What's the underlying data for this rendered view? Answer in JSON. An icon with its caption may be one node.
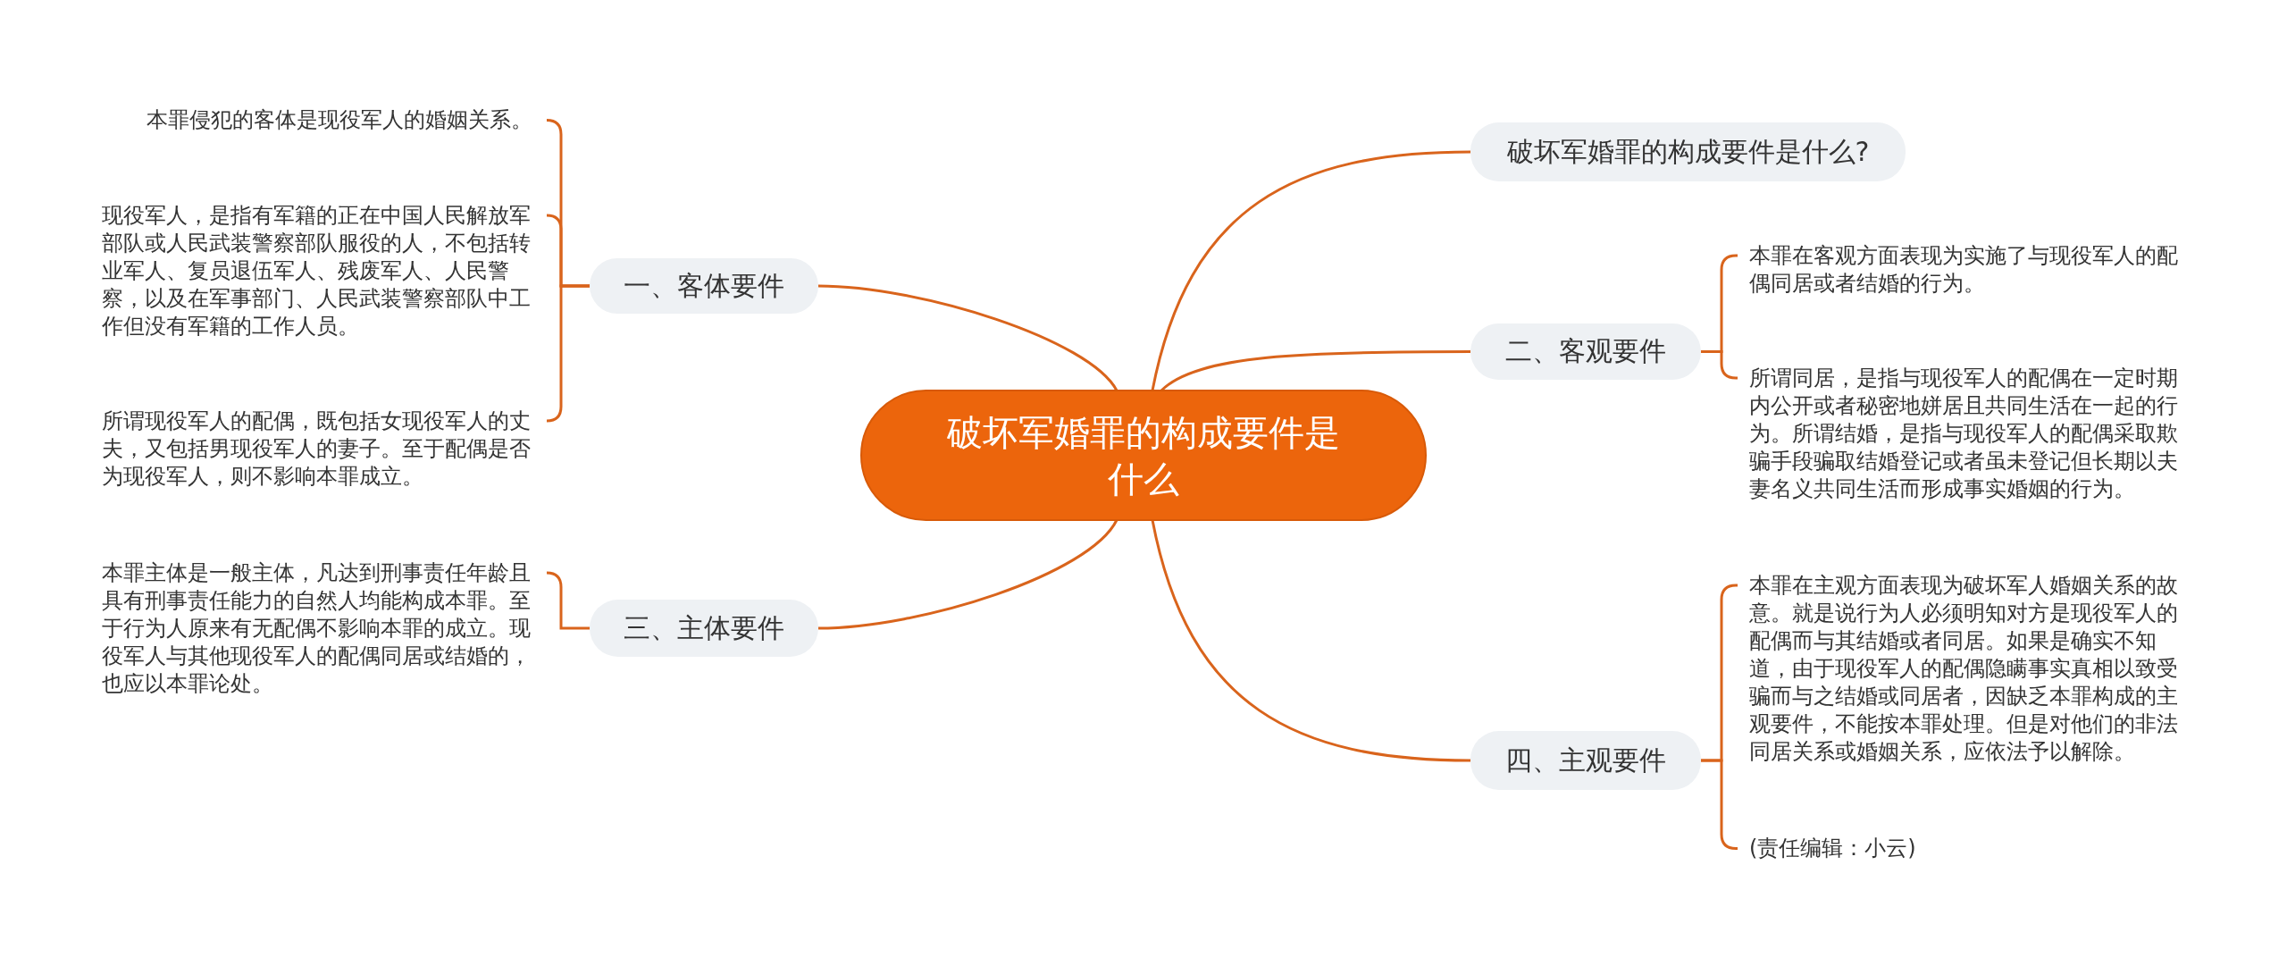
{
  "diagram": {
    "nodes": [
      {
        "text": [
          "破坏军婚罪的构成要件是什么"
        ]
      },
      {
        "text": [
          "破坏军婚罪的构成要件是什么?"
        ]
      },
      {
        "text": [
          "一、客体要件"
        ]
      },
      {
        "text": [
          "二、客观要件"
        ]
      },
      {
        "text": [
          "三、主体要件"
        ]
      },
      {
        "text": [
          "四、主观要件"
        ]
      },
      {
        "text": [
          "本罪侵犯的客体是现役军人的婚姻关系。"
        ]
      },
      {
        "text": [
          "现役军人，是指有军籍的正在中国人民解放军部队或人民武装警察部队服役的人，不包括转业军人、复员退伍军人、残废军人、人民警察，以及在军事部门、人民武装警察部队中工作但没有军籍的工作人员。"
        ]
      },
      {
        "text": [
          "所谓现役军人的配偶，既包括女现役军人的丈夫，又包括男现役军人的妻子。至于配偶是否为现役军人，则不影响本罪成立。"
        ]
      },
      {
        "text": [
          "本罪主体是一般主体，凡达到刑事责任年龄且具有刑事责任能力的自然人均能构成本罪。至于行为人原来有无配偶不影响本罪的成立。现役军人与其他现役军人的配偶同居或结婚的，也应以本罪论处。"
        ]
      },
      {
        "text": [
          "本罪在客观方面表现为实施了与现役军人的配偶同居或者结婚的行为。"
        ]
      },
      {
        "text": [
          "所谓同居，是指与现役军人的配偶在一定时期内公开或者秘密地姘居且共同生活在一起的行为。所谓结婚，是指与现役军人的配偶采取欺骗手段骗取结婚登记或者虽未登记但长期以夫妻名义共同生活而形成事实婚姻的行为。"
        ]
      },
      {
        "text": [
          "本罪在主观方面表现为破坏军人婚姻关系的故意。就是说行为人必须明知对方是现役军人的配偶而与其结婚或者同居。如果是确实不知道，由于现役军人的配偶隐瞒事实真相以致受骗而与之结婚或同居者，因缺乏本罪构成的主观要件，不能按本罪处理。但是对他们的非法同居关系或婚姻关系，应依法予以解除。"
        ]
      },
      {
        "text": [
          "(责任编辑：小云)"
        ]
      }
    ],
    "edges": [
      {
        "from": 0,
        "to": 1,
        "arrow": "none"
      },
      {
        "from": 0,
        "to": 2,
        "arrow": "none"
      },
      {
        "from": 0,
        "to": 3,
        "arrow": "none"
      },
      {
        "from": 0,
        "to": 4,
        "arrow": "none"
      },
      {
        "from": 0,
        "to": 5,
        "arrow": "none"
      },
      {
        "from": 2,
        "to": 6,
        "arrow": "none"
      },
      {
        "from": 2,
        "to": 7,
        "arrow": "none"
      },
      {
        "from": 2,
        "to": 8,
        "arrow": "none"
      },
      {
        "from": 4,
        "to": 9,
        "arrow": "none"
      },
      {
        "from": 3,
        "to": 10,
        "arrow": "none"
      },
      {
        "from": 3,
        "to": 11,
        "arrow": "none"
      },
      {
        "from": 5,
        "to": 12,
        "arrow": "none"
      },
      {
        "from": 5,
        "to": 13,
        "arrow": "none"
      }
    ]
  }
}
